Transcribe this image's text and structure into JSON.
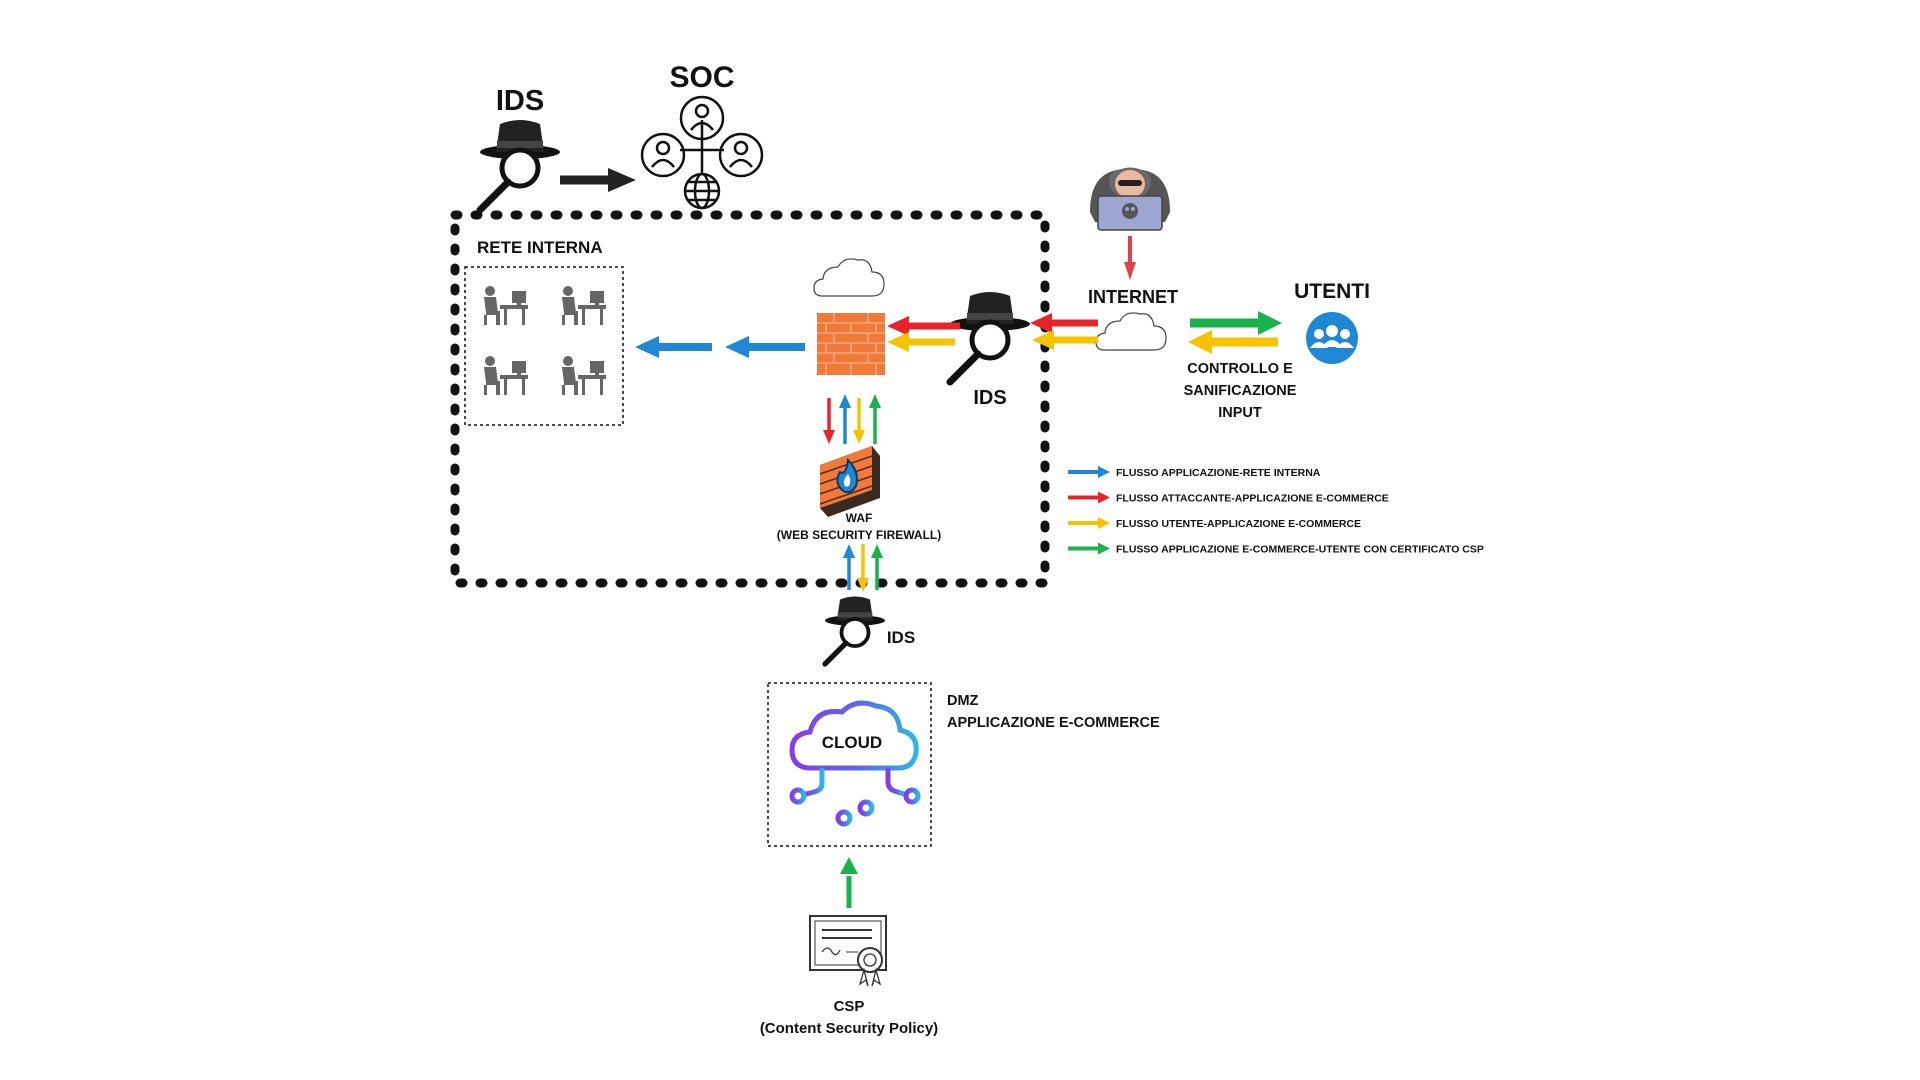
{
  "labels": {
    "ids_top": "IDS",
    "soc": "SOC",
    "rete_interna": "RETE INTERNA",
    "internet": "INTERNET",
    "utenti": "UTENTI",
    "controllo_line1": "CONTROLLO E",
    "controllo_line2": "SANIFICAZIONE",
    "controllo_line3": "INPUT",
    "ids_mid": "IDS",
    "waf_line1": "WAF",
    "waf_line2": "(WEB SECURITY FIREWALL)",
    "ids_bottom": "IDS",
    "cloud": "CLOUD",
    "dmz_line1": "DMZ",
    "dmz_line2": "APPLICAZIONE E-COMMERCE",
    "csp_line1": "CSP",
    "csp_line2": "(Content Security Policy)"
  },
  "legend": [
    {
      "color": "#1e88d6",
      "text": "FLUSSO APPLICAZIONE-RETE INTERNA"
    },
    {
      "color": "#e8242b",
      "text": "FLUSSO ATTACCANTE-APPLICAZIONE E-COMMERCE"
    },
    {
      "color": "#f7c300",
      "text": "FLUSSO UTENTE-APPLICAZIONE E-COMMERCE"
    },
    {
      "color": "#19b24b",
      "text": "FLUSSO APPLICAZIONE E-COMMERCE-UTENTE CON CERTIFICATO CSP"
    }
  ],
  "colors": {
    "blue": "#1e88d6",
    "red": "#e8242b",
    "yellow": "#f7c300",
    "green": "#19b24b",
    "black": "#222222",
    "brick": "#ef7a3a"
  },
  "icons": [
    "spy-icon",
    "soc-team-icon",
    "hacker-icon",
    "workstation-icon",
    "firewall-icon",
    "waf-icon",
    "cloud-icon",
    "certificate-icon",
    "users-icon"
  ]
}
